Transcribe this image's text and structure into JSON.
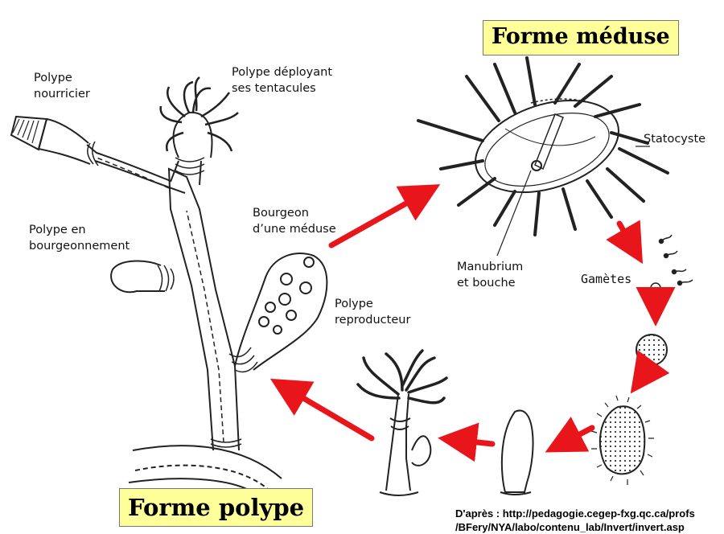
{
  "titles": {
    "medusa": "Forme méduse",
    "polyp": "Forme polype"
  },
  "labels": {
    "polype_nourricier": [
      "Polype",
      "nourricier"
    ],
    "polype_deployant": [
      "Polype déployant",
      "ses tentacules"
    ],
    "polype_bourgeonnement": [
      "Polype en",
      "bourgeonnement"
    ],
    "bourgeon": [
      "Bourgeon",
      "d’une méduse"
    ],
    "polype_reproducteur": [
      "Polype",
      "reproducteur"
    ],
    "statocyste": "Statocyste",
    "manubrium": [
      "Manubrium",
      "et bouche"
    ],
    "gametes": "Gamètes"
  },
  "credit": [
    "D'après : http://pedagogie.cegep-fxg.qc.ca/profs",
    "/BFery/NYA/labo/contenu_lab/Invert/invert.asp"
  ],
  "colors": {
    "arrow": "#e8161b",
    "title_bg": "#ffff99",
    "line": "#222222"
  }
}
